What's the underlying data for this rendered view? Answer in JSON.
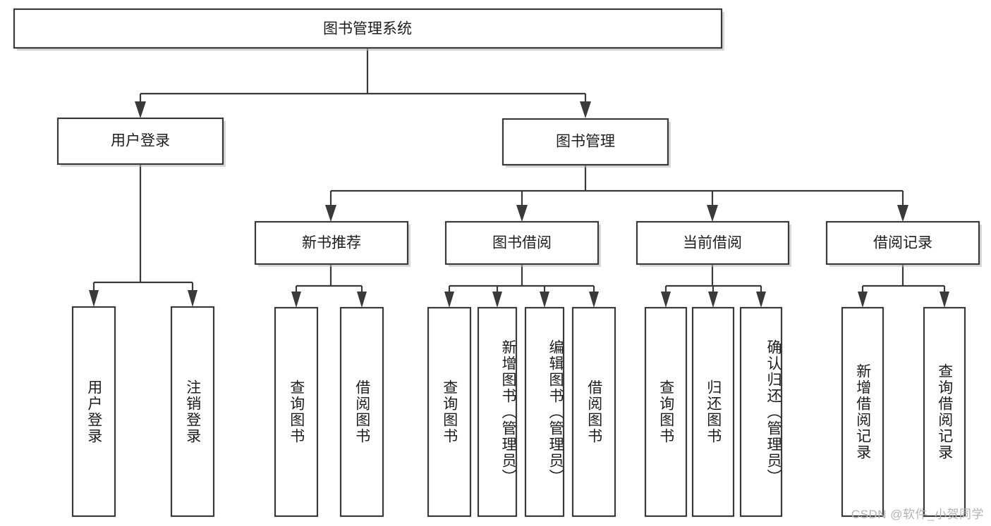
{
  "diagram": {
    "title_text": "图书管理系统",
    "type": "tree-hierarchy-diagram",
    "colors": {
      "box_stroke": "#3a3a3a",
      "box_fill": "#ffffff",
      "edge": "#3a3a3a",
      "text": "#1d1d1d",
      "watermark": "#b4b4b4",
      "background": "#ffffff"
    },
    "root": {
      "label": "图书管理系统"
    },
    "level2": [
      {
        "label": "用户登录"
      },
      {
        "label": "图书管理"
      }
    ],
    "level3": [
      {
        "label": "新书推荐"
      },
      {
        "label": "图书借阅"
      },
      {
        "label": "当前借阅"
      },
      {
        "label": "借阅记录"
      }
    ],
    "leaves": {
      "user_login": [
        {
          "label": "用户登录"
        },
        {
          "label": "注销登录"
        }
      ],
      "new_book_recommend": [
        {
          "label": "查询图书"
        },
        {
          "label": "借阅图书"
        }
      ],
      "book_borrow": [
        {
          "label": "查询图书"
        },
        {
          "label": "新增图书（管理员）"
        },
        {
          "label": "编辑图书（管理员）"
        },
        {
          "label": "借阅图书"
        }
      ],
      "current_borrow": [
        {
          "label": "查询图书"
        },
        {
          "label": "归还图书"
        },
        {
          "label": "确认归还（管理员）"
        }
      ],
      "borrow_record": [
        {
          "label": "新增借阅记录"
        },
        {
          "label": "查询借阅记录"
        }
      ]
    }
  },
  "watermark": {
    "text": "CSDN @软件_小贺同学"
  }
}
